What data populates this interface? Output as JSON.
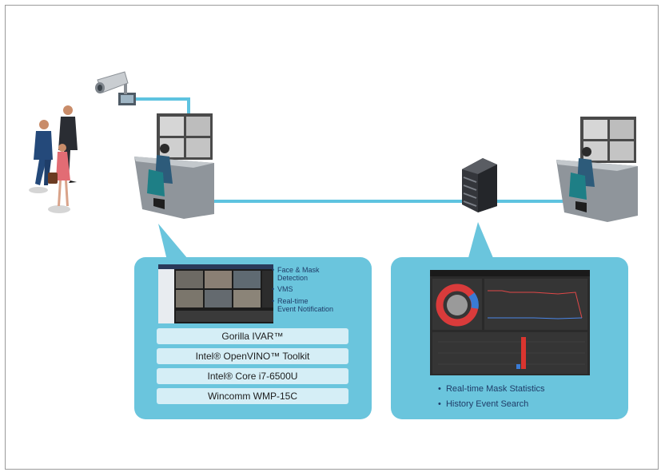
{
  "features": [
    {
      "lines": [
        "Face & Mask",
        "Detection"
      ]
    },
    {
      "lines": [
        "VMS"
      ]
    },
    {
      "lines": [
        "Real-time",
        "Event Notification"
      ]
    }
  ],
  "stack": [
    {
      "label": "Gorilla IVAR™"
    },
    {
      "label": "Intel® OpenVINO™ Toolkit"
    },
    {
      "label": "Intel® Core i7-6500U"
    },
    {
      "label": "Wincomm WMP-15C"
    }
  ],
  "right_bullets": [
    {
      "label": "Real-time Mask Statistics"
    },
    {
      "label": "History Event Search"
    }
  ],
  "colors": {
    "network_line": "#5ec3e0",
    "panel": "#6ac5dd",
    "stack_bar": "#d5eef6",
    "text_blue": "#1f3c68"
  }
}
